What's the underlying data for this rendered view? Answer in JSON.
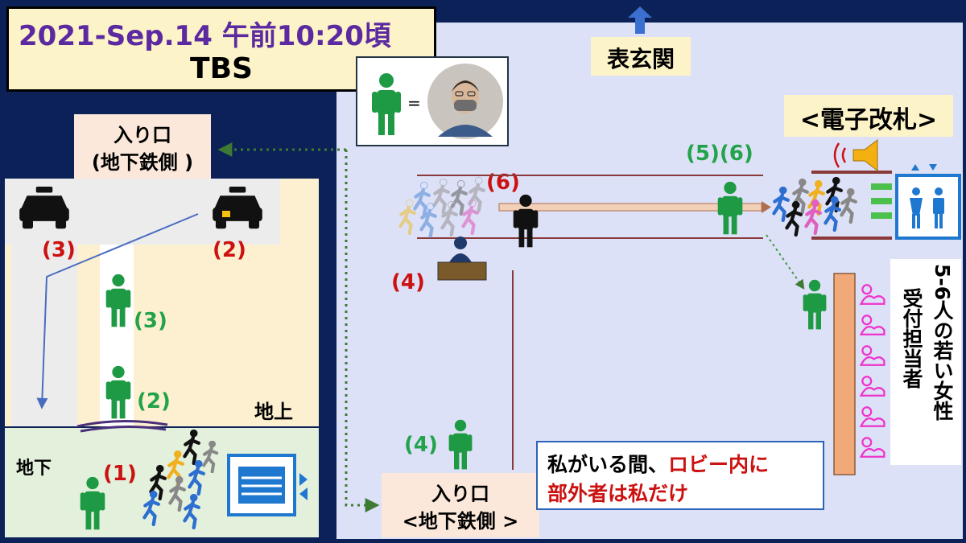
{
  "title": {
    "datetime": "2021-Sep.14 午前10:20頃",
    "venue": "TBS"
  },
  "labels": {
    "entrance_front": "表玄関",
    "gate": "<電子改札>",
    "upper_entrance_line1": "入り口",
    "upper_entrance_line2": "(地下鉄側 )",
    "lower_entrance_line1": "入り口",
    "lower_entrance_line2": "<地下鉄側 >",
    "above_ground": "地上",
    "underground": "地下",
    "reception_line1": "5-6人の若い女性",
    "reception_line2": "受付担当者",
    "legend_equals": "="
  },
  "note": {
    "part1": "私がいる間、",
    "part2": "ロビー内に",
    "line2": "部外者は私だけ"
  },
  "markers": {
    "m1": "(1)",
    "m2_red": "(2)",
    "m3_red": "(3)",
    "m4_red": "(4)",
    "m6_red": "(6)",
    "m2_green": "(2)",
    "m3_green": "(3)",
    "m4_green": "(4)",
    "m56_green": "(5)(6)"
  },
  "colors": {
    "background": "#0c2157",
    "lobby": "#dde1f7",
    "ground": "#fdf0d0",
    "underground": "#e3f0dc",
    "person_me": "#1f9a44",
    "marker_red": "#cc1111",
    "marker_green": "#22a34a",
    "reception_desk": "#f2a97a",
    "receptionist": "#ee33cc",
    "elevator": "#1f78d0"
  },
  "icons": [
    "taxi-icon",
    "person-icon",
    "crowd-icon",
    "elevator-icon",
    "speaker-icon",
    "guard-icon",
    "portrait-photo",
    "arrow-up-icon"
  ]
}
